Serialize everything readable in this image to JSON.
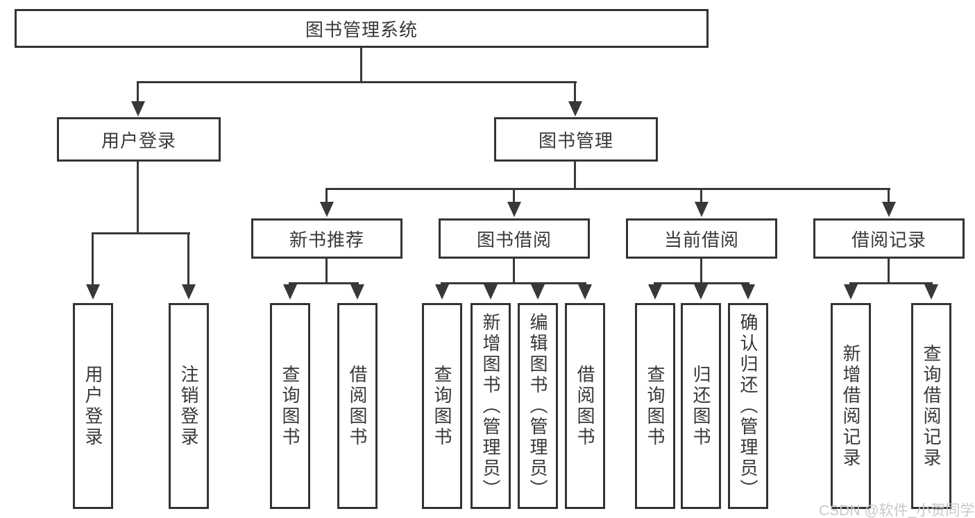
{
  "colors": {
    "line": "#383838",
    "box_border": "#333333",
    "box_background": "#ffffff",
    "text": "#383838",
    "watermark": "#c8c8c8"
  },
  "tree": {
    "root": "图书管理系统",
    "login": {
      "label": "用户登录",
      "children": [
        "用户登录",
        "注销登录"
      ]
    },
    "management": {
      "label": "图书管理",
      "sections": [
        {
          "label": "新书推荐",
          "children": [
            "查询图书",
            "借阅图书"
          ]
        },
        {
          "label": "图书借阅",
          "children": [
            "查询图书",
            "新增图书（管理员）",
            "编辑图书（管理员）",
            "借阅图书"
          ]
        },
        {
          "label": "当前借阅",
          "children": [
            "查询图书",
            "归还图书",
            "确认归还（管理员）"
          ]
        },
        {
          "label": "借阅记录",
          "children": [
            "新增借阅记录",
            "查询借阅记录"
          ]
        }
      ]
    }
  },
  "watermark": "CSDN @软件_小贺同学"
}
